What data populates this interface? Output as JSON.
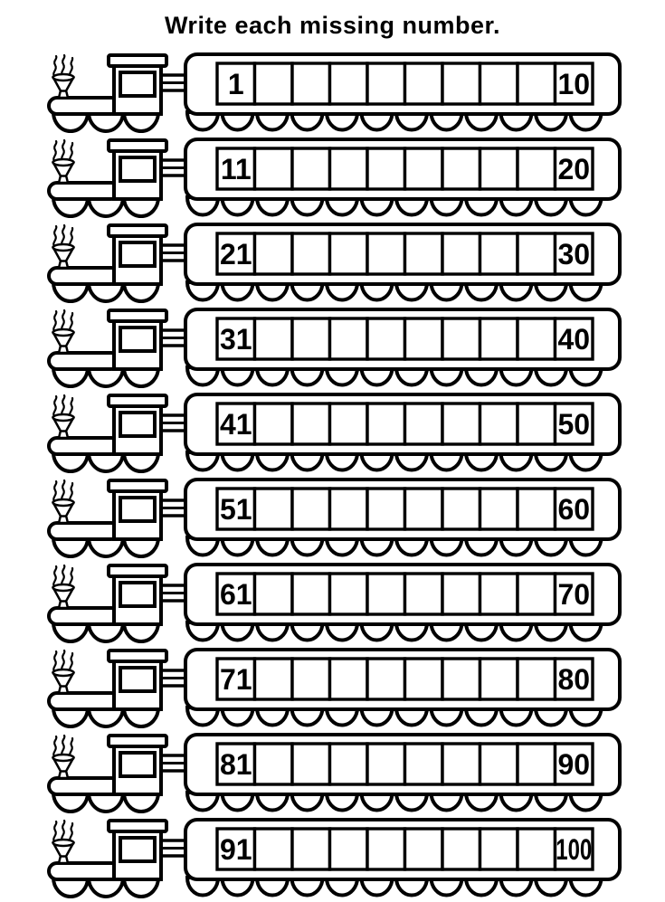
{
  "title": "Write each missing number.",
  "colors": {
    "ink": "#000000",
    "paper": "#ffffff"
  },
  "empty_cells_per_train": 8,
  "trains": [
    {
      "first": "1",
      "last": "10"
    },
    {
      "first": "11",
      "last": "20"
    },
    {
      "first": "21",
      "last": "30"
    },
    {
      "first": "31",
      "last": "40"
    },
    {
      "first": "41",
      "last": "50"
    },
    {
      "first": "51",
      "last": "60"
    },
    {
      "first": "61",
      "last": "70"
    },
    {
      "first": "71",
      "last": "80"
    },
    {
      "first": "81",
      "last": "90"
    },
    {
      "first": "91",
      "last": "100"
    }
  ]
}
